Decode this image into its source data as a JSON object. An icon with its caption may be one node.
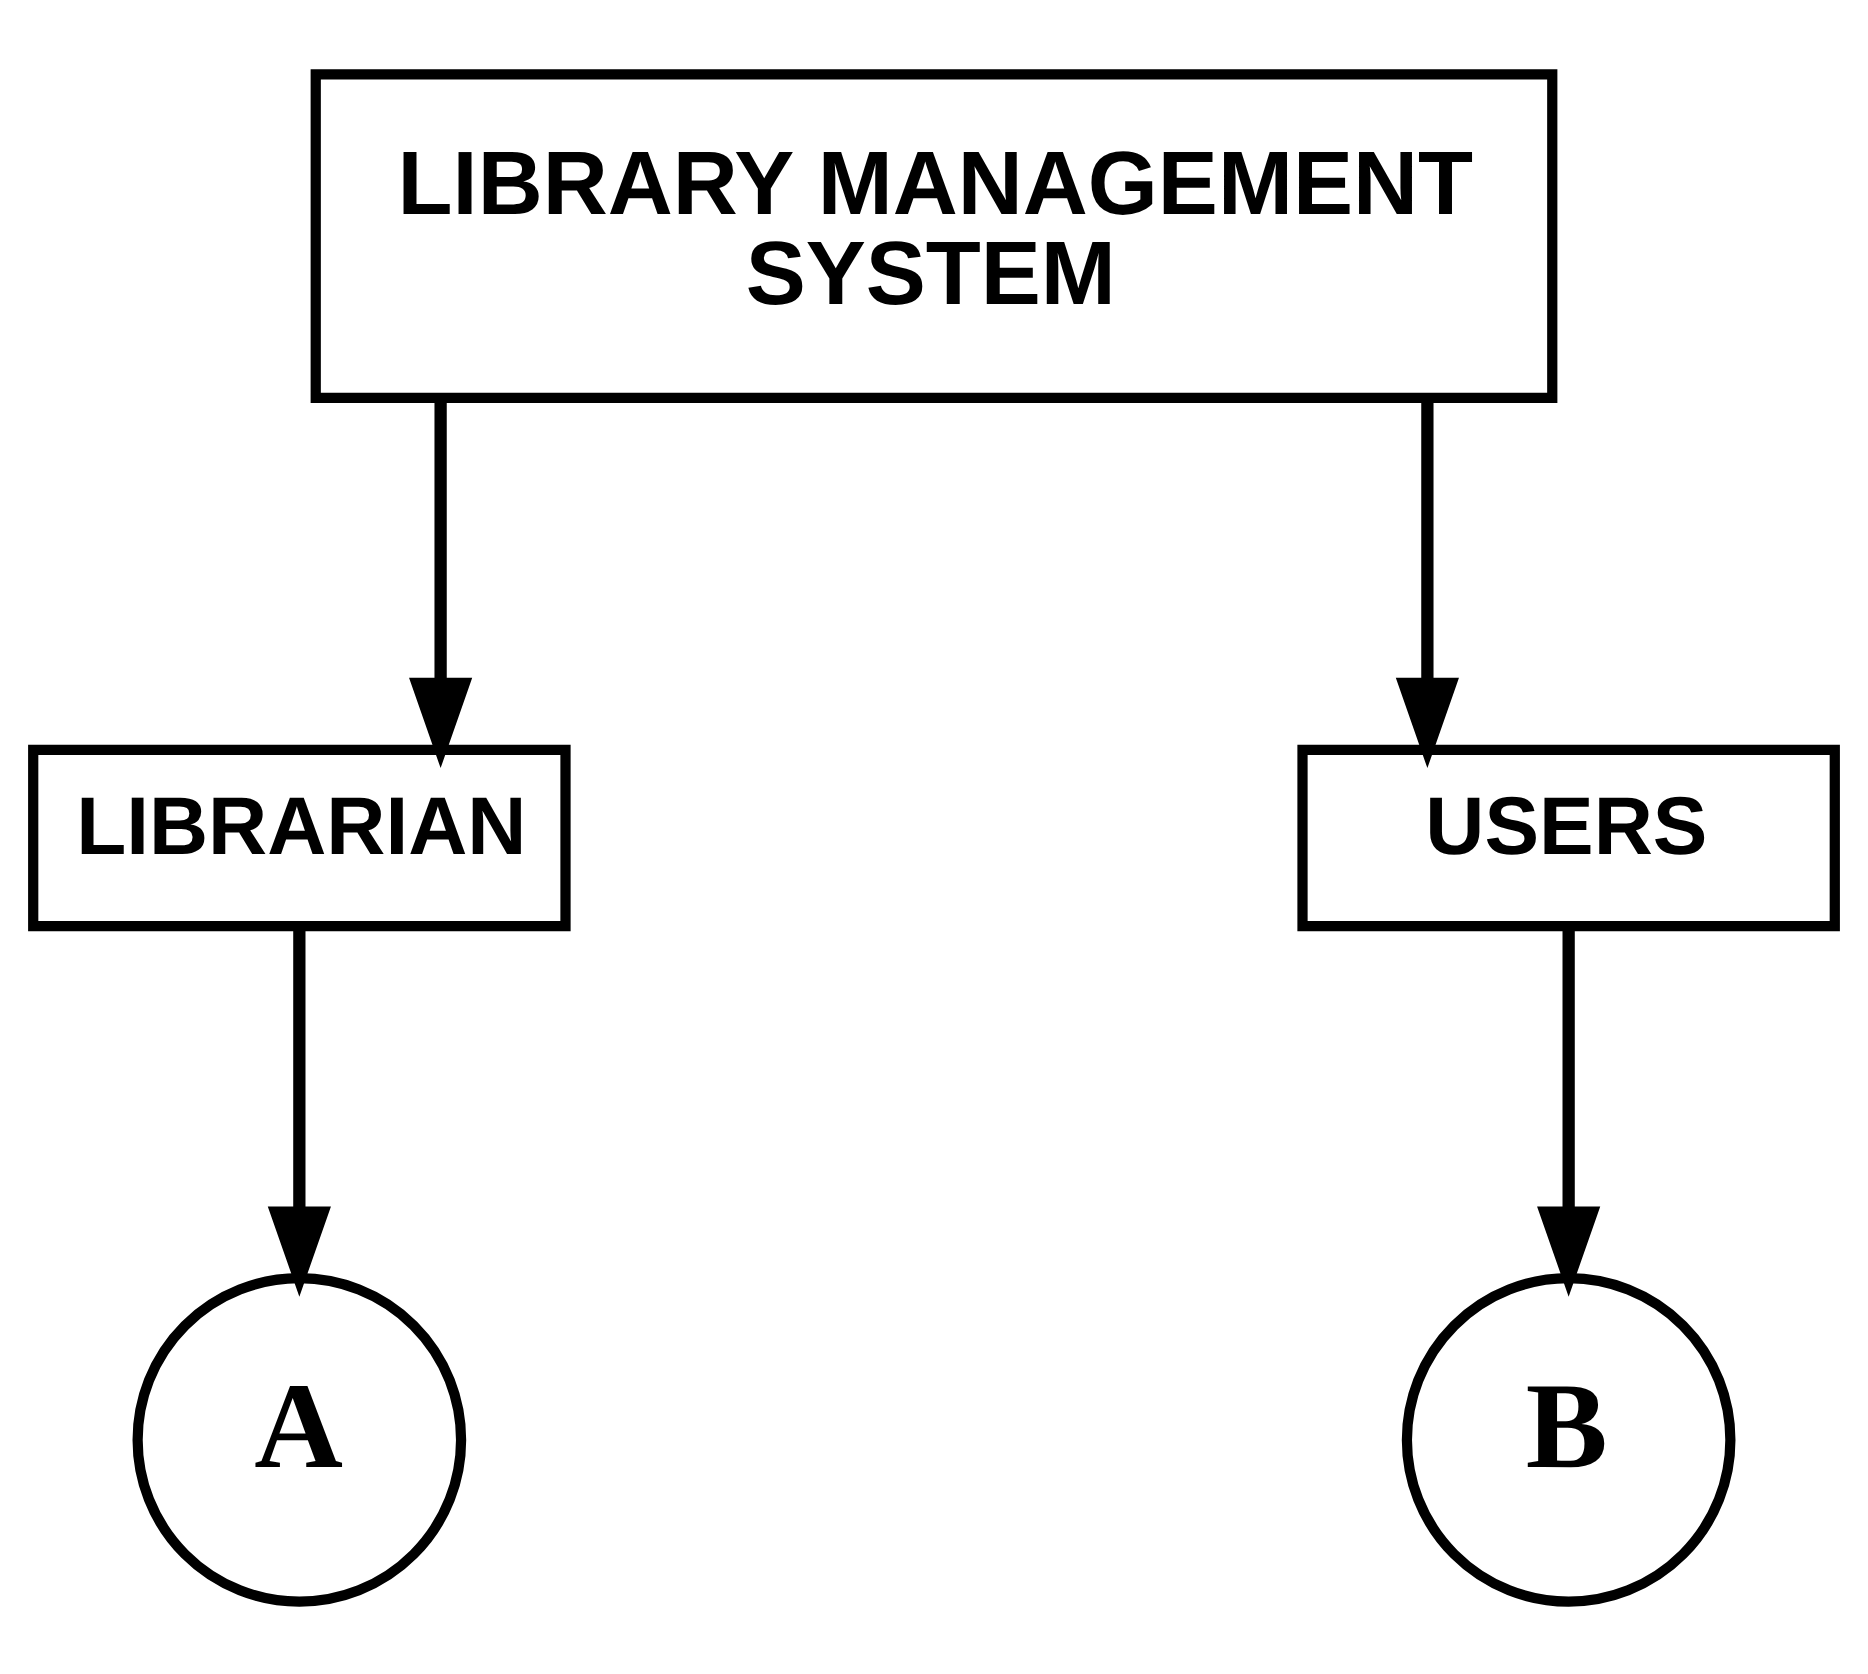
{
  "diagram": {
    "nodes": [
      {
        "text": [
          "LIBRARY MANAGEMENT SYSTEM"
        ]
      },
      {
        "text": [
          "LIBRARIAN"
        ]
      },
      {
        "text": [
          "USERS"
        ]
      },
      {
        "text": [
          "A"
        ]
      },
      {
        "text": [
          "B"
        ]
      }
    ],
    "edges": [
      {
        "from": 0,
        "to": 1,
        "arrow": "to"
      },
      {
        "from": 0,
        "to": 2,
        "arrow": "to"
      },
      {
        "from": 1,
        "to": 3,
        "arrow": "to"
      },
      {
        "from": 2,
        "to": 4,
        "arrow": "to"
      }
    ]
  }
}
